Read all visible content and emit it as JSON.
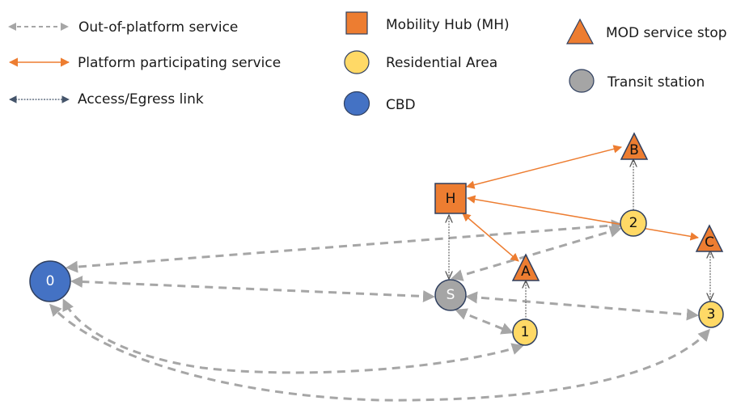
{
  "colors": {
    "out_of_platform": "#a6a6a6",
    "platform": "#ed7d31",
    "access": "#44546a",
    "mobility_hub": "#ed7d31",
    "residential": "#ffd966",
    "cbd": "#4472c4",
    "mod_stop": "#ed7d31",
    "transit": "#a5a5a5",
    "stroke": "#2f3f5f"
  },
  "legend": {
    "links": [
      {
        "key": "out_of_platform",
        "label": "Out-of-platform service"
      },
      {
        "key": "platform",
        "label": "Platform participating service"
      },
      {
        "key": "access",
        "label": "Access/Egress link"
      }
    ],
    "nodes": [
      {
        "key": "mobility_hub",
        "shape": "square",
        "label": "Mobility Hub (MH)"
      },
      {
        "key": "residential",
        "shape": "ellipse",
        "label": "Residential Area"
      },
      {
        "key": "cbd",
        "shape": "ellipse",
        "label": "CBD"
      },
      {
        "key": "mod_stop",
        "shape": "triangle",
        "label": "MOD service stop"
      },
      {
        "key": "transit",
        "shape": "ellipse",
        "label": "Transit station"
      }
    ]
  },
  "nodes": [
    {
      "id": "0",
      "label": "0",
      "type": "cbd"
    },
    {
      "id": "S",
      "label": "S",
      "type": "transit"
    },
    {
      "id": "H",
      "label": "H",
      "type": "mobility_hub"
    },
    {
      "id": "A",
      "label": "A",
      "type": "mod_stop"
    },
    {
      "id": "B",
      "label": "B",
      "type": "mod_stop"
    },
    {
      "id": "C",
      "label": "C",
      "type": "mod_stop"
    },
    {
      "id": "1",
      "label": "1",
      "type": "residential"
    },
    {
      "id": "2",
      "label": "2",
      "type": "residential"
    },
    {
      "id": "3",
      "label": "3",
      "type": "residential"
    }
  ],
  "edges": [
    {
      "from": "2",
      "to": "0",
      "type": "out_of_platform",
      "direction": "both"
    },
    {
      "from": "S",
      "to": "0",
      "type": "out_of_platform",
      "direction": "both"
    },
    {
      "from": "1",
      "to": "0",
      "type": "out_of_platform",
      "direction": "both",
      "curved": true
    },
    {
      "from": "3",
      "to": "0",
      "type": "out_of_platform",
      "direction": "both",
      "curved": true
    },
    {
      "from": "2",
      "to": "S",
      "type": "out_of_platform",
      "direction": "both"
    },
    {
      "from": "S",
      "to": "1",
      "type": "out_of_platform",
      "direction": "both"
    },
    {
      "from": "S",
      "to": "3",
      "type": "out_of_platform",
      "direction": "both"
    },
    {
      "from": "H",
      "to": "B",
      "type": "platform",
      "direction": "both"
    },
    {
      "from": "H",
      "to": "C",
      "type": "platform",
      "direction": "both"
    },
    {
      "from": "H",
      "to": "A",
      "type": "platform",
      "direction": "both"
    },
    {
      "from": "H",
      "to": "S",
      "type": "access",
      "direction": "both"
    },
    {
      "from": "2",
      "to": "B",
      "type": "access",
      "direction": "to"
    },
    {
      "from": "1",
      "to": "A",
      "type": "access",
      "direction": "to"
    },
    {
      "from": "C",
      "to": "3",
      "type": "access",
      "direction": "both"
    }
  ]
}
